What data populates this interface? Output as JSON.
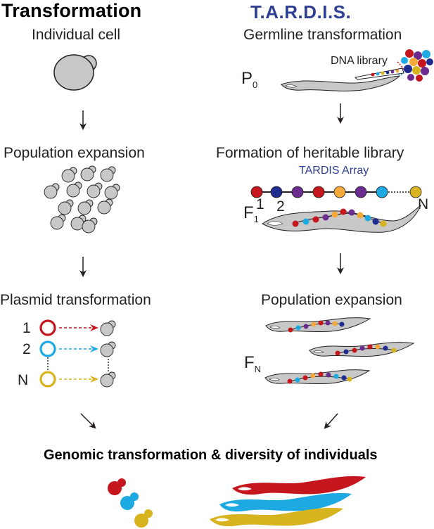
{
  "left": {
    "header": "Transformation",
    "steps": [
      "Individual cell",
      "Population expansion",
      "Plasmid transformation"
    ],
    "plasmid_labels": [
      "1",
      "2",
      "N"
    ]
  },
  "right": {
    "header": "T.A.R.D.I.S.",
    "steps": [
      "Germline transformation",
      "Formation of heritable library",
      "Population expansion"
    ],
    "dna_library_label": "DNA library",
    "array_label": "TARDIS Array",
    "array_index_labels": [
      "1",
      "2",
      "N"
    ],
    "generation_labels": {
      "p0": {
        "main": "P",
        "sub": "0"
      },
      "f1": {
        "main": "F",
        "sub": "1"
      },
      "fn": {
        "main": "F",
        "sub": "N"
      }
    }
  },
  "bottom": {
    "title": "Genomic transformation & diversity of individuals"
  },
  "colors": {
    "red": "#c4161c",
    "blue": "#1e2b8f",
    "purple": "#6c2c8f",
    "orange": "#f6a93b",
    "cyan": "#1da9e1",
    "yellow": "#d8b320",
    "right_header": "#2e3f94",
    "cell_fill": "#c8c8c8",
    "outline": "#231f20"
  }
}
